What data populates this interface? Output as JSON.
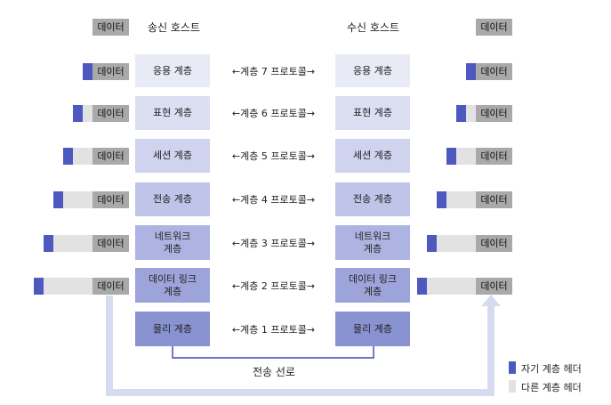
{
  "titles": {
    "sender": "송신 호스트",
    "receiver": "수신 호스트"
  },
  "data_label": "데이터",
  "layers": [
    {
      "name": "응용 계층",
      "protocol": "계층 7 프로토콜",
      "header_count": 1
    },
    {
      "name": "표현  계층",
      "protocol": "계층 6 프로토콜",
      "header_count": 2
    },
    {
      "name": "세션  계층",
      "protocol": "계층 5 프로토콜",
      "header_count": 3
    },
    {
      "name": "전송 계층",
      "protocol": "계층 4 프로토콜",
      "header_count": 4
    },
    {
      "name": "네트워크\n계층",
      "protocol": "계층 3 프로토콜",
      "header_count": 5
    },
    {
      "name": "데이터 링크\n계층",
      "protocol": "계층 2 프로토콜",
      "header_count": 6
    },
    {
      "name": "물리 계층",
      "protocol": "계층 1 프로토콜",
      "header_count": 0
    }
  ],
  "transmission_line": "전송 선로",
  "legend": {
    "own_header": "자기 계층 헤더",
    "other_header": "다른 계층 헤더"
  },
  "colors": {
    "own_header": "#4e59c0",
    "other_header": "#e2e2e2",
    "data_block": "#a9a9a9",
    "arrow": "#d7dbf0",
    "line": "#3a47b8",
    "layer_fills": [
      "#e8eaf6",
      "#dcdff2",
      "#cfd3ee",
      "#bfc4e8",
      "#aeb4e1",
      "#9da4da",
      "#8a93d2"
    ]
  }
}
